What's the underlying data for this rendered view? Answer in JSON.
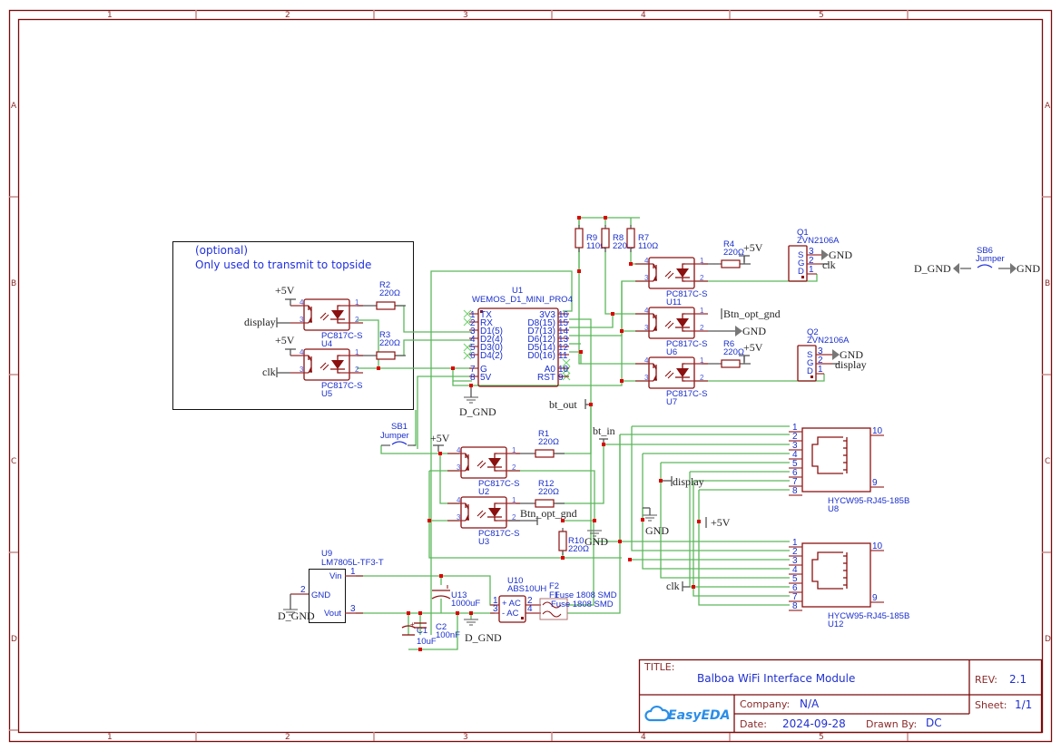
{
  "frame": {
    "columns": [
      "1",
      "2",
      "3",
      "4",
      "5"
    ],
    "rows": [
      "A",
      "B",
      "C",
      "D"
    ]
  },
  "note": {
    "line1": "(optional)",
    "line2": "Only used to transmit to topside"
  },
  "components": {
    "U1": {
      "ref": "U1",
      "value": "WEMOS_D1_MINI_PRO4",
      "left_pins": [
        {
          "num": "1",
          "name": "TX"
        },
        {
          "num": "2",
          "name": "RX"
        },
        {
          "num": "3",
          "name": "D1(5)"
        },
        {
          "num": "4",
          "name": "D2(4)"
        },
        {
          "num": "5",
          "name": "D3(0)"
        },
        {
          "num": "6",
          "name": "D4(2)"
        },
        {
          "num": "7",
          "name": "G"
        },
        {
          "num": "8",
          "name": "5V"
        }
      ],
      "right_pins": [
        {
          "num": "16",
          "name": "3V3"
        },
        {
          "num": "15",
          "name": "D8(15)"
        },
        {
          "num": "14",
          "name": "D7(13)"
        },
        {
          "num": "13",
          "name": "D6(12)"
        },
        {
          "num": "12",
          "name": "D5(14)"
        },
        {
          "num": "11",
          "name": "D0(16)"
        },
        {
          "num": "10",
          "name": "A0"
        },
        {
          "num": "9",
          "name": "RST"
        }
      ]
    },
    "U4": {
      "ref": "U4",
      "value": "PC817C-S"
    },
    "U5": {
      "ref": "U5",
      "value": "PC817C-S"
    },
    "U11": {
      "ref": "U11",
      "value": "PC817C-S"
    },
    "U6": {
      "ref": "U6",
      "value": "PC817C-S"
    },
    "U7": {
      "ref": "U7",
      "value": "PC817C-S"
    },
    "U2": {
      "ref": "U2",
      "value": "PC817C-S"
    },
    "U3": {
      "ref": "U3",
      "value": "PC817C-S"
    },
    "R2": {
      "ref": "R2",
      "value": "220Ω"
    },
    "R3": {
      "ref": "R3",
      "value": "220Ω"
    },
    "R4": {
      "ref": "R4",
      "value": "220Ω"
    },
    "R6": {
      "ref": "R6",
      "value": "220Ω"
    },
    "R7": {
      "ref": "R7",
      "value": "110Ω"
    },
    "R8": {
      "ref": "R8",
      "value": "220Ω"
    },
    "R9": {
      "ref": "R9",
      "value": "110Ω"
    },
    "R1": {
      "ref": "R1",
      "value": "220Ω"
    },
    "R12": {
      "ref": "R12",
      "value": "220Ω"
    },
    "R10": {
      "ref": "R10",
      "value": "220Ω"
    },
    "Q1": {
      "ref": "Q1",
      "value": "ZVN2106A",
      "pins": [
        "S",
        "G",
        "D"
      ],
      "nums": [
        "3",
        "2",
        "1"
      ]
    },
    "Q2": {
      "ref": "Q2",
      "value": "ZVN2106A",
      "pins": [
        "S",
        "G",
        "D"
      ],
      "nums": [
        "3",
        "2",
        "1"
      ]
    },
    "SB1": {
      "ref": "SB1",
      "value": "Jumper"
    },
    "SB6": {
      "ref": "SB6",
      "value": "Jumper"
    },
    "U9": {
      "ref": "U9",
      "value": "LM7805L-TF3-T",
      "pins": [
        {
          "num": "1",
          "name": "Vin"
        },
        {
          "num": "2",
          "name": "GND"
        },
        {
          "num": "3",
          "name": "Vout"
        }
      ]
    },
    "U13": {
      "ref": "U13",
      "value": "1000uF"
    },
    "C1": {
      "ref": "C1",
      "value": "10uF"
    },
    "C2": {
      "ref": "C2",
      "value": "100nF"
    },
    "U10": {
      "ref": "U10",
      "value": "ABS10UH",
      "pins": [
        {
          "num": "1",
          "name": "+ AC"
        },
        {
          "num": "3",
          "name": "- AC"
        },
        {
          "num": "2"
        },
        {
          "num": "4"
        }
      ]
    },
    "F2": {
      "ref": "F2",
      "value": "Fuse 1808 SMD"
    },
    "F1": {
      "ref": "F1",
      "value": "Fuse 1808 SMD"
    },
    "U8": {
      "ref": "U8",
      "value": "HYCW95-RJ45-185B",
      "pins": [
        "1",
        "2",
        "3",
        "4",
        "5",
        "6",
        "7",
        "8"
      ],
      "shield": [
        "10",
        "9"
      ]
    },
    "U12": {
      "ref": "U12",
      "value": "HYCW95-RJ45-185B",
      "pins": [
        "1",
        "2",
        "3",
        "4",
        "5",
        "6",
        "7",
        "8"
      ],
      "shield": [
        "10",
        "9"
      ]
    }
  },
  "nets": {
    "p5v": "+5V",
    "gnd": "GND",
    "dgnd": "D_GND",
    "display": "display",
    "clk": "clk",
    "btn_opt_gnd": "Btn_opt_gnd",
    "bt_out": "bt_out",
    "bt_in": "bt_in"
  },
  "optocoupler_pins": {
    "p1": "1",
    "p2": "2",
    "p3": "3",
    "p4": "4"
  },
  "title_block": {
    "title_label": "TITLE:",
    "title": "Balboa WiFi Interface Module",
    "rev_label": "REV:",
    "rev": "2.1",
    "company_label": "Company:",
    "company": "N/A",
    "sheet_label": "Sheet:",
    "sheet": "1/1",
    "date_label": "Date:",
    "date": "2024-09-28",
    "drawn_label": "Drawn By:",
    "drawn": "DC",
    "logo": "EasyEDA"
  }
}
